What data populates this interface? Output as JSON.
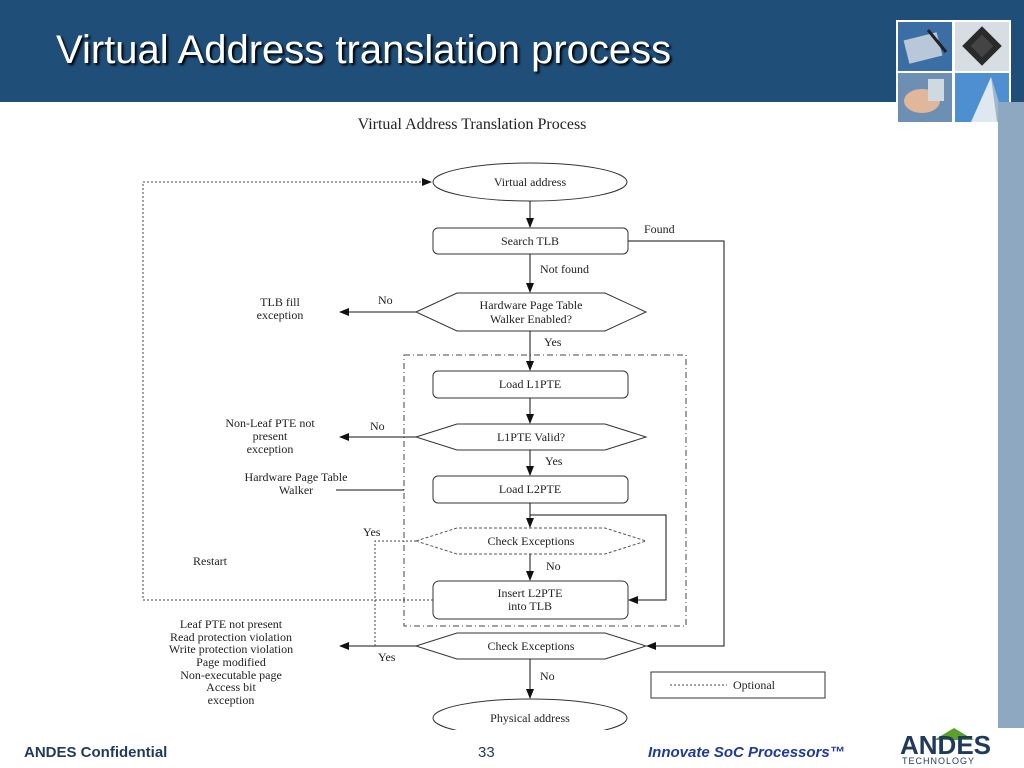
{
  "slide": {
    "title": "Virtual Address translation process",
    "footer_left": "ANDES Confidential",
    "page_number": "33",
    "footer_tagline": "Innovate SoC Processors™",
    "logo_text": "ANDES",
    "logo_sub": "TECHNOLOGY",
    "thumbnails": [
      "tablet-stylus-photo",
      "microchip-photo",
      "hand-on-phone-photo",
      "skyscraper-photo"
    ]
  },
  "diagram": {
    "caption": "Virtual Address Translation Process",
    "nodes": {
      "virtual_address": "Virtual address",
      "search_tlb": "Search TLB",
      "hw_walker_enabled": [
        "Hardware Page Table",
        "Walker Enabled?"
      ],
      "load_l1pte": "Load L1PTE",
      "l1pte_valid": "L1PTE Valid?",
      "load_l2pte": "Load L2PTE",
      "check_exceptions_dashed": "Check Exceptions",
      "insert_l2pte": [
        "Insert L2PTE",
        "into TLB"
      ],
      "check_exceptions": "Check Exceptions",
      "physical_address": "Physical address"
    },
    "side_texts": {
      "tlb_fill_exception": [
        "TLB fill",
        "exception"
      ],
      "non_leaf_exception": [
        "Non-Leaf PTE not",
        "present",
        "exception"
      ],
      "hw_walker_label": [
        "Hardware Page Table",
        "Walker"
      ],
      "restart": "Restart",
      "final_exceptions": [
        "Leaf PTE not present",
        "Read protection violation",
        "Write protection violation",
        "Page modified",
        "Non-executable page",
        "Access bit",
        "exception"
      ]
    },
    "edge_labels": {
      "found": "Found",
      "not_found": "Not found",
      "no_walker": "No",
      "yes_walker": "Yes",
      "no_l1": "No",
      "yes_l1": "Yes",
      "yes_check1": "Yes",
      "no_check1": "No",
      "yes_check2": "Yes",
      "no_check2": "No"
    },
    "legend": {
      "label": "Optional"
    }
  },
  "colors": {
    "title_bar": "#1f4e79",
    "side_strip": "#8ea8c2",
    "footer_text": "#1f3a5c",
    "logo_green": "#5aa02c"
  }
}
